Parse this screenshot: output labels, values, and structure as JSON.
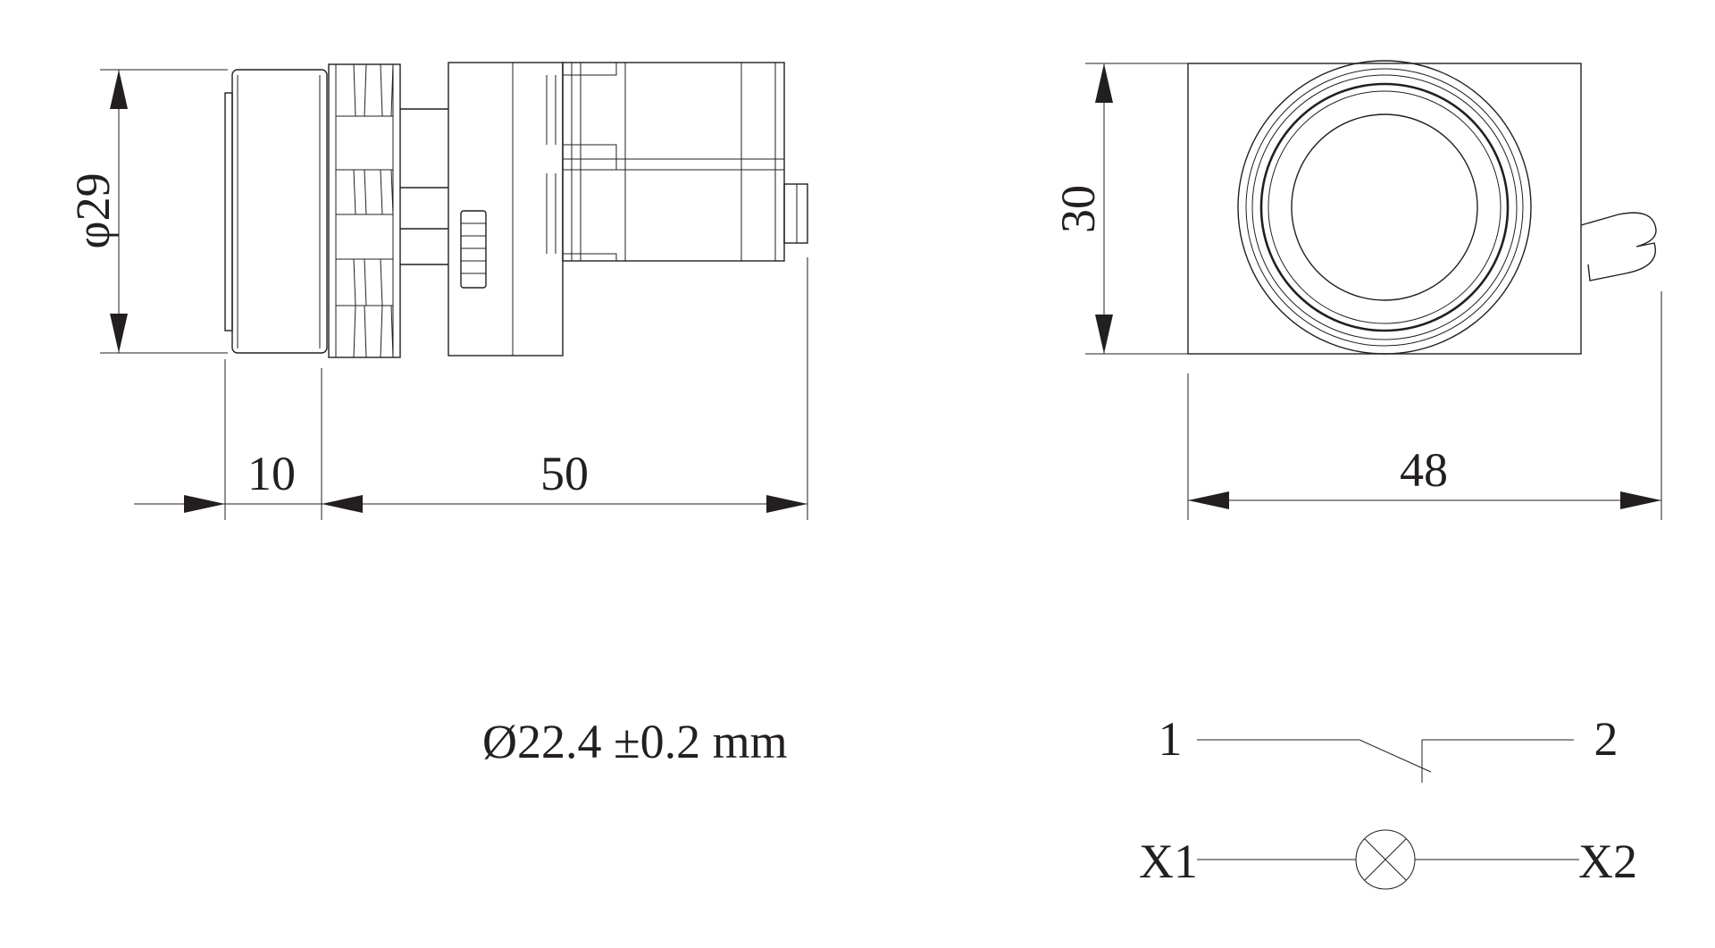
{
  "dimensions": {
    "diameter_side": "φ29",
    "front_length": "10",
    "body_length": "50",
    "front_height": "30",
    "front_width": "48"
  },
  "note": {
    "mounting_hole": "Ø22.4 ±0.2 mm"
  },
  "schematic": {
    "contact_left": "1",
    "contact_right": "2",
    "lamp_left": "X1",
    "lamp_right": "X2"
  },
  "colors": {
    "line": "#231f20",
    "background": "#ffffff"
  }
}
